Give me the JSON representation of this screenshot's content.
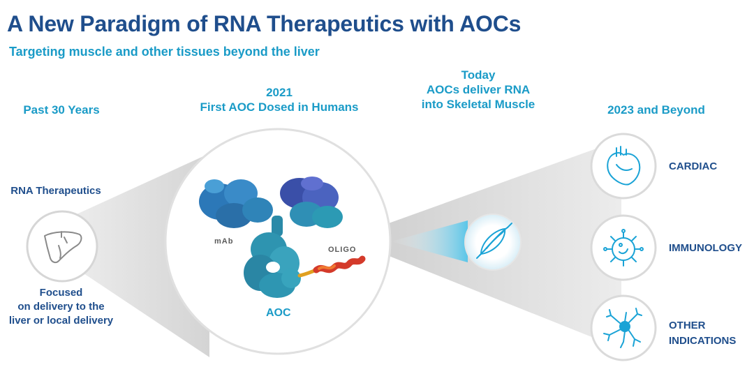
{
  "header": {
    "title": "A New Paradigm of RNA Therapeutics with AOCs",
    "subtitle": "Targeting muscle and other tissues beyond the liver"
  },
  "timeline": {
    "past": {
      "heading": "Past 30 Years",
      "label": "RNA Therapeutics",
      "note_lines": [
        "Focused",
        "on delivery to the",
        "liver or local delivery"
      ],
      "icon": "liver-icon"
    },
    "milestone_2021": {
      "heading_lines": [
        "2021",
        "First AOC Dosed in Humans"
      ],
      "mab_label": "mAb",
      "oligo_label": "OLIGO",
      "aoc_label": "AOC"
    },
    "today": {
      "heading_lines": [
        "Today",
        "AOCs deliver RNA",
        "into Skeletal Muscle"
      ],
      "icon": "muscle-icon"
    },
    "future": {
      "heading": "2023 and Beyond",
      "indications": [
        {
          "label_lines": [
            "CARDIAC"
          ],
          "icon": "heart-icon"
        },
        {
          "label_lines": [
            "IMMUNOLOGY"
          ],
          "icon": "immune-cell-icon"
        },
        {
          "label_lines": [
            "OTHER",
            "INDICATIONS"
          ],
          "icon": "neuron-icon"
        }
      ]
    }
  },
  "colors": {
    "title": "#1f4e8c",
    "accent": "#1a9bc7",
    "icon_stroke": "#1aa3d6",
    "cone_gray": "#e3e3e3"
  }
}
